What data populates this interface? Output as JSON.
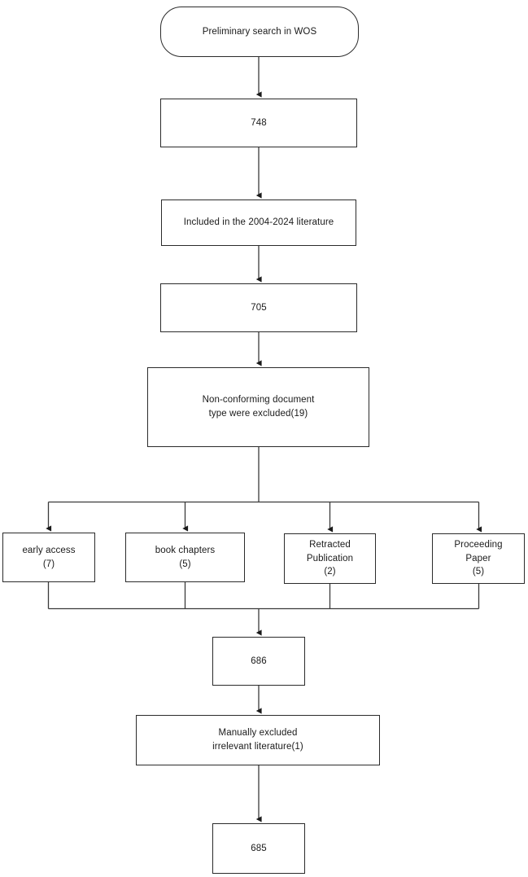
{
  "diagram": {
    "title": "Literature screening flowchart",
    "stroke_color": "#2b2b2b",
    "fill_color": "#ffffff",
    "text_color": "#1a1a1a",
    "nodes": [
      {
        "id": "preliminary-search",
        "shape": "rounded-rectangle",
        "label": "Preliminary search in WOS"
      },
      {
        "id": "count-748",
        "shape": "rectangle",
        "label": "748"
      },
      {
        "id": "included-years",
        "shape": "rectangle",
        "label": "Included in the 2004-2024 literature"
      },
      {
        "id": "count-705",
        "shape": "rectangle",
        "label": "705"
      },
      {
        "id": "nonconforming-excluded",
        "shape": "rectangle",
        "label": "Non-conforming document\ntype were excluded(19)"
      },
      {
        "id": "early-access",
        "shape": "rectangle",
        "label": "early access\n(7)"
      },
      {
        "id": "book-chapters",
        "shape": "rectangle",
        "label": "book chapters\n(5)"
      },
      {
        "id": "retracted-publication",
        "shape": "rectangle",
        "label": "Retracted\nPublication\n(2)"
      },
      {
        "id": "proceeding-paper",
        "shape": "rectangle",
        "label": "Proceeding\nPaper\n(5)"
      },
      {
        "id": "count-686",
        "shape": "rectangle",
        "label": "686"
      },
      {
        "id": "manually-excluded",
        "shape": "rectangle",
        "label": "Manually excluded\nirrelevant literature(1)"
      },
      {
        "id": "count-685",
        "shape": "rectangle",
        "label": "685"
      }
    ]
  }
}
